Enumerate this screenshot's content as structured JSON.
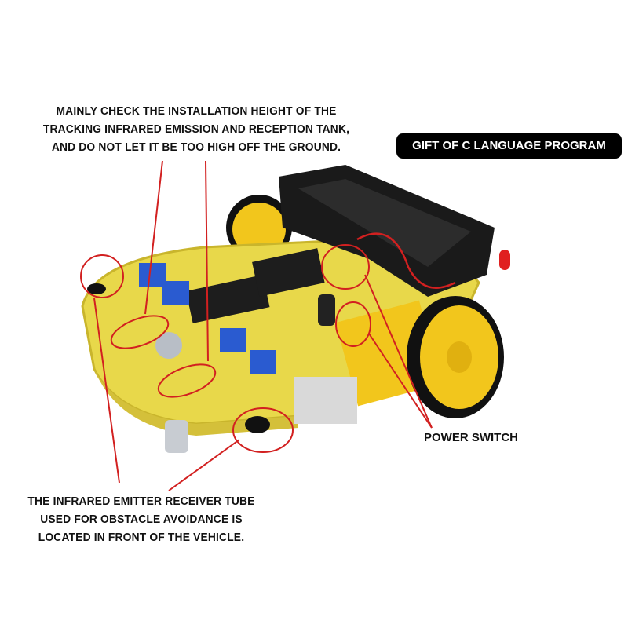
{
  "annotations": {
    "top_note": [
      "MAINLY CHECK THE INSTALLATION HEIGHT OF THE",
      "TRACKING INFRARED EMISSION AND RECEPTION TANK,",
      "AND DO NOT LET IT BE TOO HIGH OFF THE GROUND."
    ],
    "badge": "GIFT OF C LANGUAGE PROGRAM",
    "power_switch": "POWER SWITCH",
    "bottom_note": [
      "THE INFRARED EMITTER RECEIVER TUBE",
      "USED FOR OBSTACLE AVOIDANCE IS",
      "LOCATED IN FRONT OF THE VEHICLE."
    ]
  },
  "colors": {
    "pcb": "#e8d84a",
    "annotation_line": "#d22020",
    "badge_bg": "#000000",
    "wheel": "#f2c61c"
  }
}
